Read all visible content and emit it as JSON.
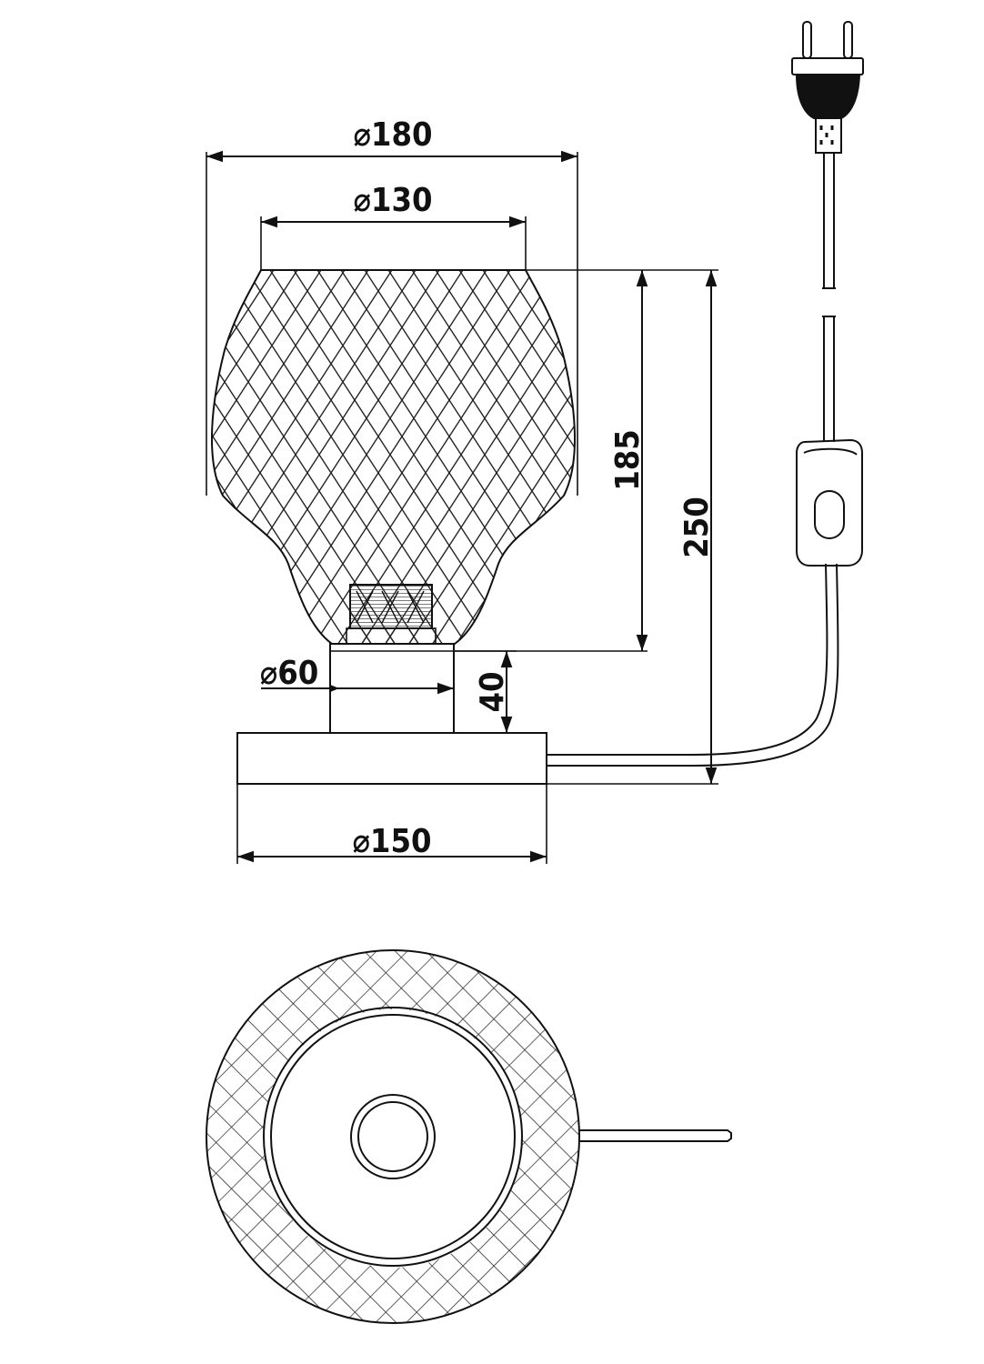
{
  "dimensions": {
    "shade_max_diameter": "⌀180",
    "shade_top_diameter": "⌀130",
    "shade_height": "185",
    "total_height": "250",
    "neck_diameter": "⌀60",
    "neck_height": "40",
    "base_diameter": "⌀150"
  },
  "colors": {
    "line": "#111111",
    "background": "#ffffff"
  }
}
